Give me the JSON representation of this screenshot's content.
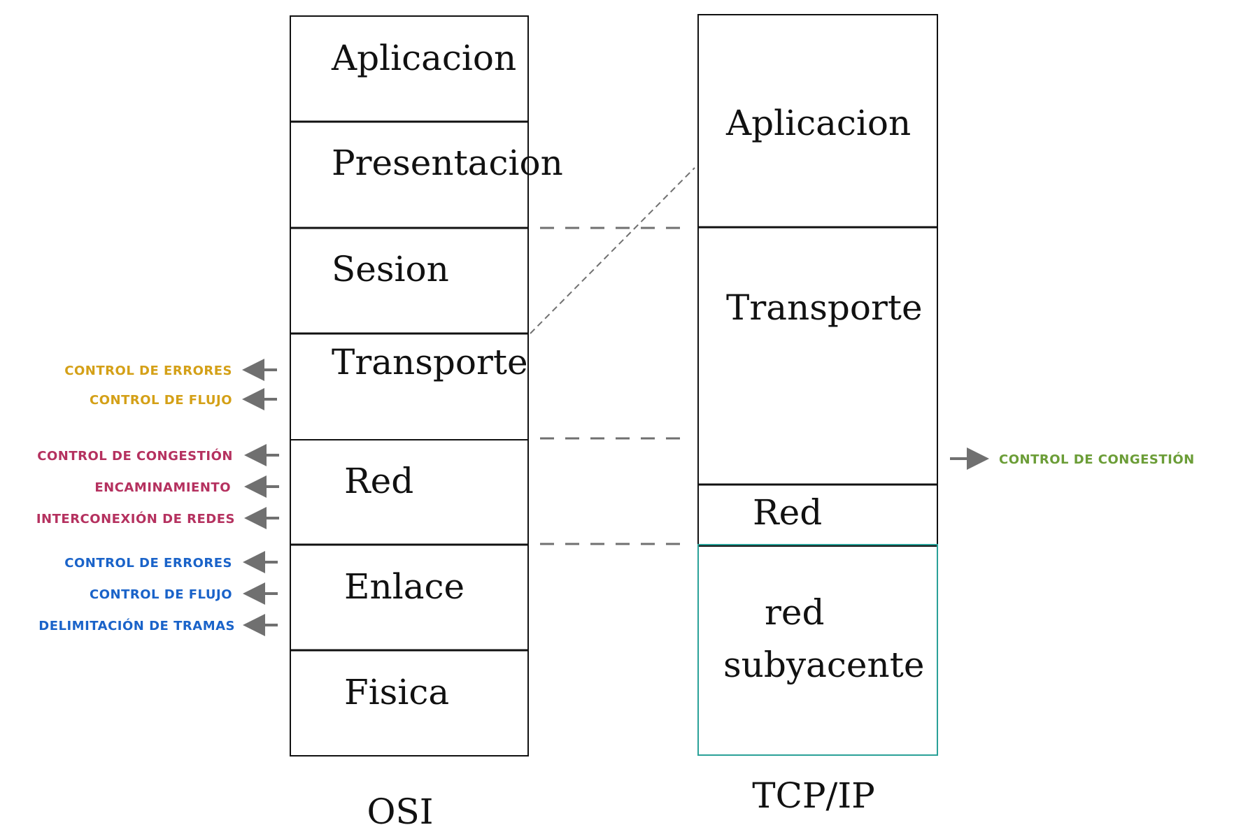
{
  "colors": {
    "yellow": "#d4a017",
    "crimson": "#b5315f",
    "blue": "#1a63c9",
    "green": "#6b9d37",
    "teal": "#2aa198",
    "arrow": "#707070"
  },
  "osi": {
    "caption": "OSI",
    "layers": [
      "Aplicacion",
      "Presentacion",
      "Sesion",
      "Transporte",
      "Red",
      "Enlace",
      "Fisica"
    ]
  },
  "tcpip": {
    "caption": "TCP/IP",
    "layers": [
      "Aplicacion",
      "Transporte",
      "Red",
      "red",
      "subyacente"
    ]
  },
  "left_annotations": {
    "transporte": [
      "CONTROL DE ERRORES",
      "CONTROL DE FLUJO"
    ],
    "red": [
      "CONTROL DE CONGESTIÓN",
      "ENCAMINAMIENTO",
      "INTERCONEXIÓN DE REDES"
    ],
    "enlace": [
      "CONTROL DE ERRORES",
      "CONTROL DE FLUJO",
      "DELIMITACIÓN DE TRAMAS"
    ]
  },
  "right_annotation": "CONTROL DE CONGESTIÓN",
  "icons": {
    "arrow": "arrow-icon"
  }
}
